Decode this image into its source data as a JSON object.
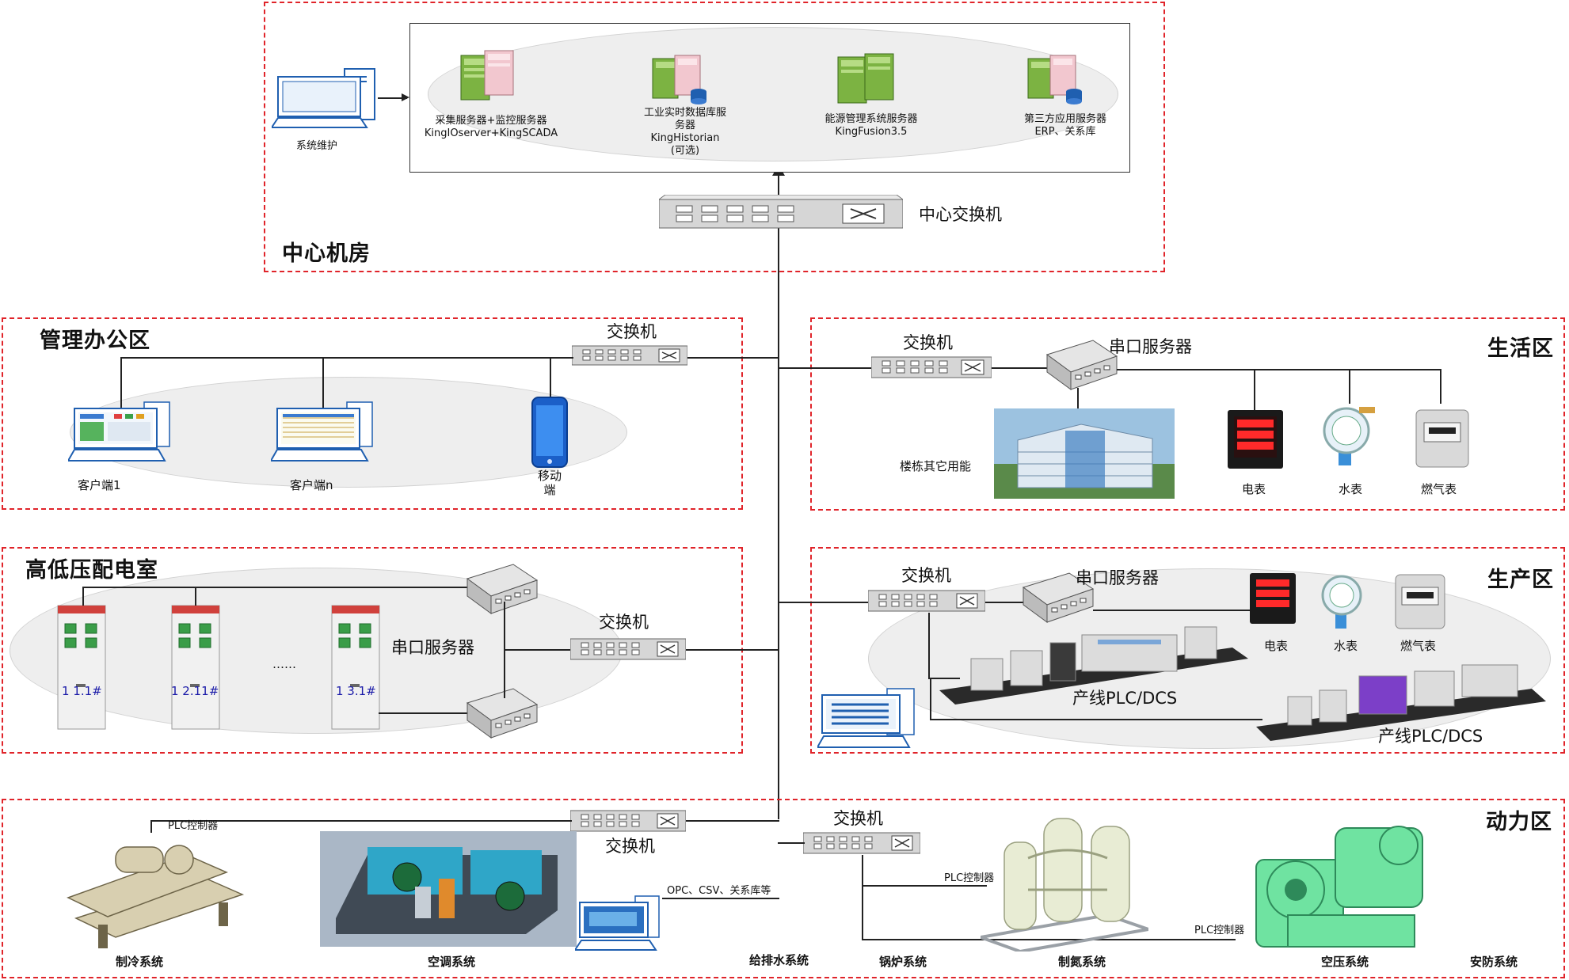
{
  "zones": {
    "center_room": {
      "title": "中心机房",
      "maintenance_label": "系统维护",
      "switch_label": "中心交换机",
      "servers": [
        {
          "line1": "采集服务器+监控服务器",
          "line2": "KingIOserver+KingSCADA",
          "line3": "",
          "line4": ""
        },
        {
          "line1": "工业实时数据库服",
          "line2": "务器",
          "line3": "KingHistorian",
          "line4": "(可选)"
        },
        {
          "line1": "能源管理系统服务器",
          "line2": "KingFusion3.5",
          "line3": "",
          "line4": ""
        },
        {
          "line1": "第三方应用服务器",
          "line2": "ERP、关系库",
          "line3": "",
          "line4": ""
        }
      ]
    },
    "office": {
      "title": "管理办公区",
      "switch_label": "交换机",
      "client1": "客户端1",
      "clientn": "客户端n",
      "mobile_line1": "移动",
      "mobile_line2": "端"
    },
    "living": {
      "title": "生活区",
      "switch_label": "交换机",
      "serial_label": "串口服务器",
      "building_label": "楼栋其它用能",
      "meters": {
        "electric": "电表",
        "water": "水表",
        "gas": "燃气表"
      }
    },
    "power_dist": {
      "title": "高低压配电室",
      "serial_label": "串口服务器",
      "switch_label": "交换机",
      "cabinets": [
        "1 1.1#",
        "1 2.11#",
        "1 3.1#"
      ],
      "ellipsis": "……"
    },
    "production": {
      "title": "生产区",
      "switch_label": "交换机",
      "serial_label": "串口服务器",
      "meters": {
        "electric": "电表",
        "water": "水表",
        "gas": "燃气表"
      },
      "line1_label": "产线PLC/DCS",
      "line2_label": "产线PLC/DCS"
    },
    "power_zone": {
      "title": "动力区",
      "switch_label_left": "交换机",
      "switch_label_right": "交换机",
      "plc_label_1": "PLC控制器",
      "plc_label_2": "PLC控制器",
      "plc_label_3": "PLC控制器",
      "opc_label": "OPC、CSV、关系库等",
      "systems": [
        "制冷系统",
        "空调系统",
        "给排水系统",
        "锅炉系统",
        "制氮系统",
        "空压系统",
        "安防系统"
      ]
    }
  },
  "colors": {
    "zone_border": "#e0242a",
    "server_green": "#6ea23a",
    "switch_gray": "#cfcfcf"
  }
}
